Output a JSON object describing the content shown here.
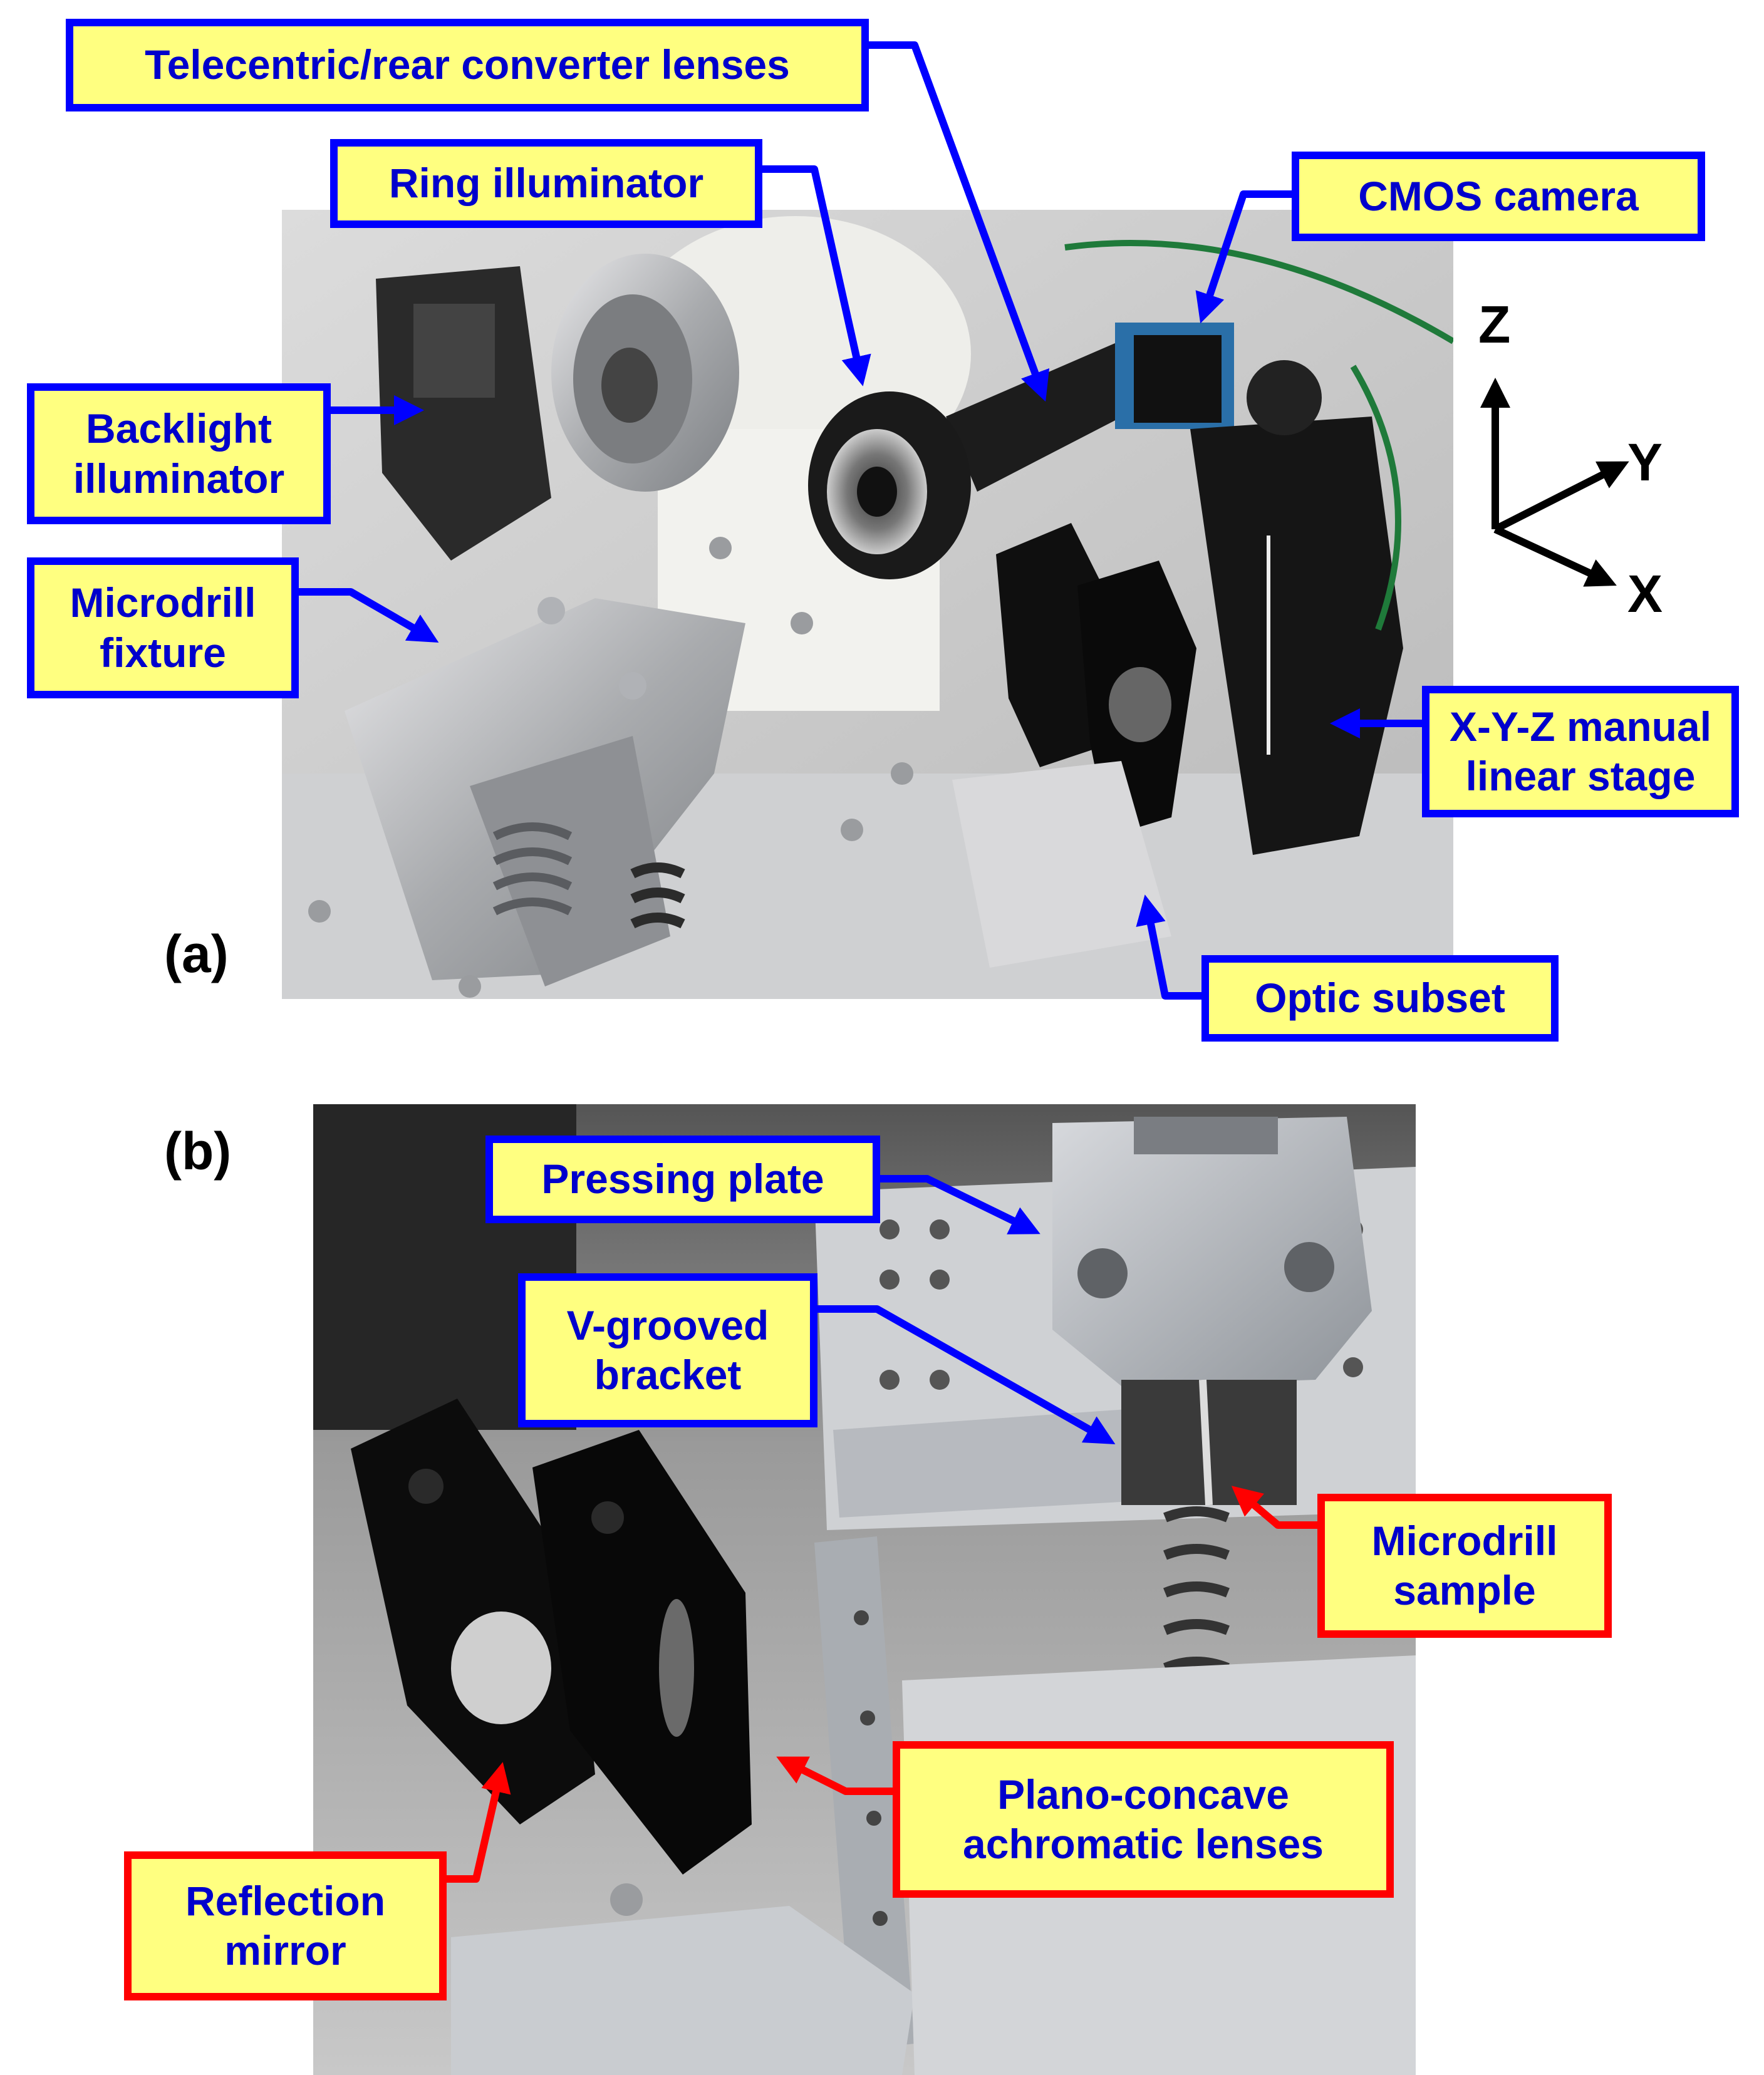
{
  "panel_a": {
    "letter": "(a)",
    "labels": {
      "telecentric": "Telecentric/rear converter lenses",
      "ring": "Ring illuminator",
      "cmos": "CMOS camera",
      "backlight": "Backlight\nilluminator",
      "fixture": "Microdrill\nfixture",
      "stage": "X-Y-Z manual\nlinear stage",
      "optic": "Optic subset"
    },
    "axes": {
      "z": "Z",
      "y": "Y",
      "x": "X"
    }
  },
  "panel_b": {
    "letter": "(b)",
    "labels": {
      "pressing": "Pressing plate",
      "vgroove": "V-grooved\nbracket",
      "sample": "Microdrill\nsample",
      "plano": "Plano-concave\nachromatic lenses",
      "mirror": "Reflection\nmirror"
    }
  },
  "colors": {
    "label_fill": "#ffff80",
    "blue_border": "#0000ff",
    "red_border": "#ff0000",
    "label_text": "#0000cc"
  }
}
